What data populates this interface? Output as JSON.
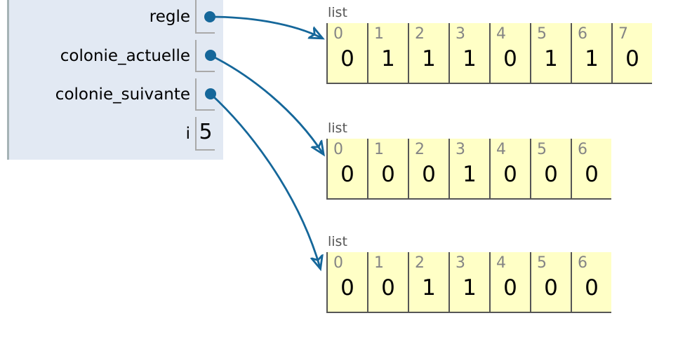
{
  "colors": {
    "accent": "#15679a",
    "frame-bg": "#e2e9f3",
    "frame-border": "#a6b3b6",
    "cell-frame": "#a9a9a9",
    "cell-bg": "#ffffc6",
    "cell-border": "#555555",
    "index-color": "#858585",
    "label-color": "#555555"
  },
  "frame": {
    "variables": [
      {
        "name": "regle",
        "kind": "pointer"
      },
      {
        "name": "colonie_actuelle",
        "kind": "pointer"
      },
      {
        "name": "colonie_suivante",
        "kind": "pointer"
      },
      {
        "name": "i",
        "kind": "primitive",
        "value": "5"
      }
    ]
  },
  "heap": {
    "objects": [
      {
        "label": "list",
        "indices": [
          "0",
          "1",
          "2",
          "3",
          "4",
          "5",
          "6",
          "7"
        ],
        "values": [
          "0",
          "1",
          "1",
          "1",
          "0",
          "1",
          "1",
          "0"
        ]
      },
      {
        "label": "list",
        "indices": [
          "0",
          "1",
          "2",
          "3",
          "4",
          "5",
          "6"
        ],
        "values": [
          "0",
          "0",
          "0",
          "1",
          "0",
          "0",
          "0"
        ]
      },
      {
        "label": "list",
        "indices": [
          "0",
          "1",
          "2",
          "3",
          "4",
          "5",
          "6"
        ],
        "values": [
          "0",
          "0",
          "1",
          "1",
          "0",
          "0",
          "0"
        ]
      }
    ]
  }
}
